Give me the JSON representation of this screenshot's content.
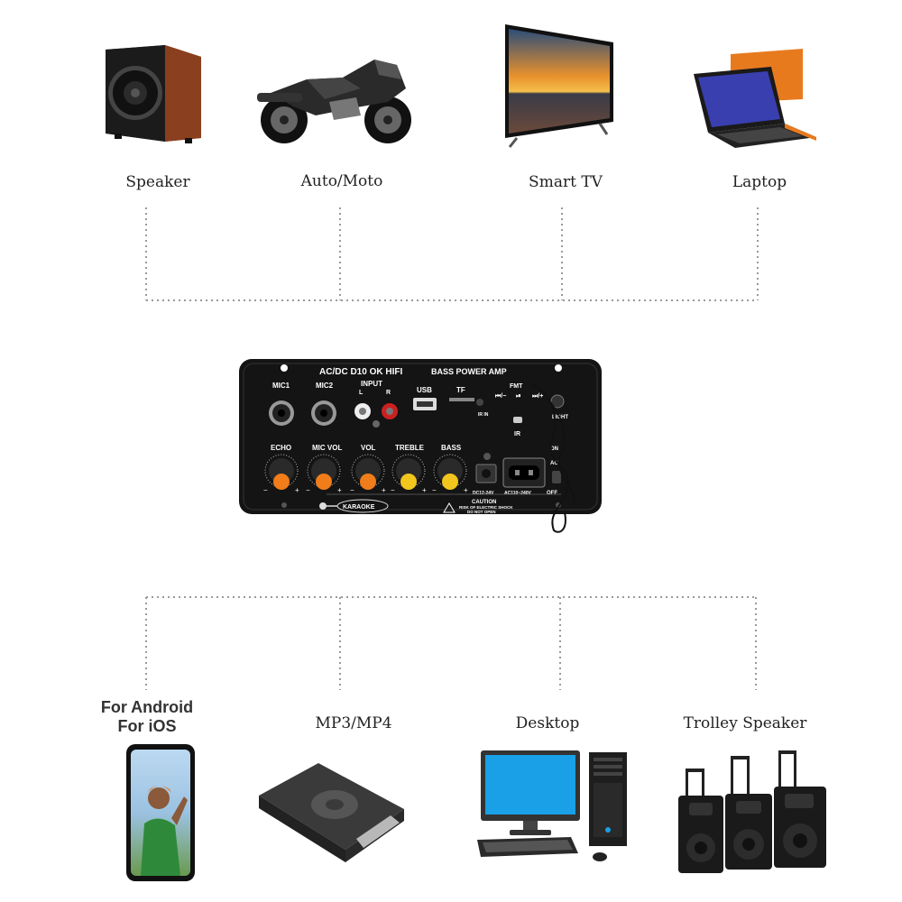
{
  "top_devices": [
    {
      "label": "Speaker",
      "icon": "speaker-icon"
    },
    {
      "label": "Auto/Moto",
      "icon": "motorcycle-icon"
    },
    {
      "label": "Smart TV",
      "icon": "tv-icon"
    },
    {
      "label": "Laptop",
      "icon": "laptop-icon"
    }
  ],
  "bottom_devices": [
    {
      "label_line1": "For Android",
      "label_line2": "For iOS",
      "icon": "smartphone-icon"
    },
    {
      "label": "MP3/MP4",
      "icon": "mp3-player-icon"
    },
    {
      "label": "Desktop",
      "icon": "desktop-computer-icon"
    },
    {
      "label": "Trolley Speaker",
      "icon": "trolley-speaker-icon"
    }
  ],
  "amplifier": {
    "title_left": "AC/DC  D10  OK HIFI",
    "title_right": "BASS  POWER  AMP",
    "mic1": "MIC1",
    "mic2": "MIC2",
    "input": "INPUT",
    "input_l": "L",
    "input_r": "R",
    "usb": "USB",
    "tf": "TF",
    "ir_in": "IR IN",
    "fmt": "FMT",
    "ir": "IR",
    "light": "LIGHT",
    "knobs": [
      "ECHO",
      "MIC VOL",
      "VOL",
      "TREBLE",
      "BASS"
    ],
    "knob_colors": [
      "#f07d1a",
      "#f07d1a",
      "#f07d1a",
      "#f2c61c",
      "#f2c61c"
    ],
    "dc": "DC12-24V",
    "ac": "AC110~240V",
    "caution": "CAUTION",
    "caution_line1": "RISK OF ELECTRIC SHOCK",
    "caution_line2": "DO NOT OPEN",
    "karaoke": "KARAOKE",
    "on": "ON",
    "off": "OFF",
    "ac_short": "AC"
  },
  "colors": {
    "connector_line": "#9a9a9a",
    "panel": "#141414"
  }
}
